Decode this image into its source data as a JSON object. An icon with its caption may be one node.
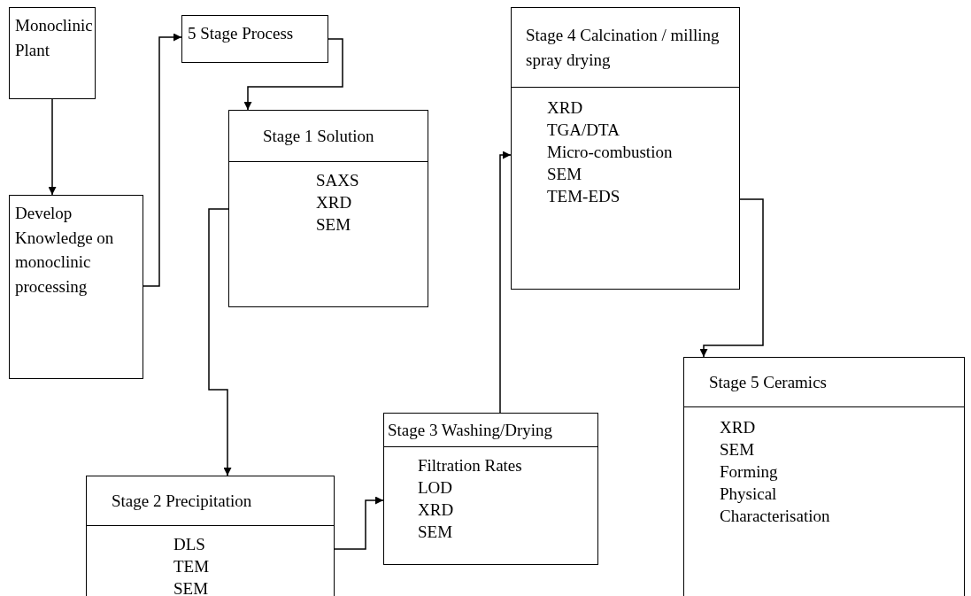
{
  "diagram": {
    "nodes": [
      {
        "text": [
          "Monoclinic Plant"
        ]
      },
      {
        "text": [
          "Develop Knowledge on monoclinic processing"
        ]
      },
      {
        "text": [
          "5 Stage Process"
        ]
      },
      {
        "text": [
          "Stage 1 Solution",
          "SAXS",
          "XRD",
          "SEM"
        ]
      },
      {
        "text": [
          "Stage 2 Precipitation",
          "DLS",
          "TEM",
          "SEM"
        ]
      },
      {
        "text": [
          "Stage 3 Washing/Drying",
          "Filtration Rates",
          "LOD",
          "XRD",
          "SEM"
        ]
      },
      {
        "text": [
          "Stage 4 Calcination / milling spray drying",
          "XRD",
          "TGA/DTA",
          "Micro-combustion",
          "SEM",
          "TEM-EDS"
        ]
      },
      {
        "text": [
          "Stage 5 Ceramics",
          "XRD",
          "SEM",
          "Forming",
          "Physical",
          "Characterisation"
        ]
      }
    ],
    "edges": [
      {
        "from": 0,
        "to": 1,
        "arrow": "to"
      },
      {
        "from": 1,
        "to": 2,
        "arrow": "to"
      },
      {
        "from": 2,
        "to": 3,
        "arrow": "to"
      },
      {
        "from": 3,
        "to": 4,
        "arrow": "to"
      },
      {
        "from": 4,
        "to": 5,
        "arrow": "to"
      },
      {
        "from": 5,
        "to": 6,
        "arrow": "to"
      },
      {
        "from": 6,
        "to": 7,
        "arrow": "to"
      }
    ]
  }
}
